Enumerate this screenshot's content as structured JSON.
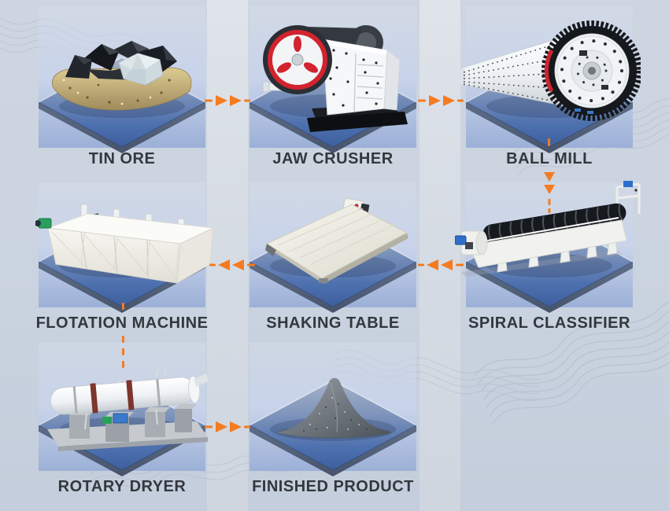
{
  "diagram_type": "process-flow",
  "nodes": [
    {
      "id": "tin-ore",
      "label": "TIN ORE",
      "image": "tin-ore-rock"
    },
    {
      "id": "jaw-crusher",
      "label": "JAW CRUSHER",
      "image": "jaw-crusher-machine"
    },
    {
      "id": "ball-mill",
      "label": "BALL MILL",
      "image": "ball-mill-machine"
    },
    {
      "id": "flotation-machine",
      "label": "FLOTATION MACHINE",
      "image": "flotation-machine"
    },
    {
      "id": "shaking-table",
      "label": "SHAKING TABLE",
      "image": "shaking-table-machine"
    },
    {
      "id": "spiral-classifier",
      "label": "SPIRAL CLASSIFIER",
      "image": "spiral-classifier-machine"
    },
    {
      "id": "rotary-dryer",
      "label": "ROTARY DRYER",
      "image": "rotary-dryer-machine"
    },
    {
      "id": "finished-product",
      "label": "FINISHED PRODUCT",
      "image": "ore-pile"
    }
  ],
  "connections": [
    {
      "from": "tin-ore",
      "to": "jaw-crusher",
      "direction": "right",
      "style": "orange-dashed-double-arrow"
    },
    {
      "from": "jaw-crusher",
      "to": "ball-mill",
      "direction": "right",
      "style": "orange-dashed-double-arrow"
    },
    {
      "from": "ball-mill",
      "to": "spiral-classifier",
      "direction": "down",
      "style": "orange-dashed-double-arrow"
    },
    {
      "from": "spiral-classifier",
      "to": "shaking-table",
      "direction": "left",
      "style": "orange-dashed-double-arrow"
    },
    {
      "from": "shaking-table",
      "to": "flotation-machine",
      "direction": "left",
      "style": "orange-dashed-double-arrow"
    },
    {
      "from": "flotation-machine",
      "to": "rotary-dryer",
      "direction": "down",
      "style": "orange-dashed-line"
    },
    {
      "from": "rotary-dryer",
      "to": "finished-product",
      "direction": "right",
      "style": "orange-dashed-double-arrow"
    }
  ],
  "colors": {
    "arrow_orange": "#f47b20",
    "label_text": "#33383e",
    "platform_top_light": "#a3b0c8",
    "platform_top_blue": "#4d70ae",
    "platform_side": "#5d6c86",
    "background": "#cbd4e0",
    "band_bottom_blue": "#9cb0d7"
  }
}
